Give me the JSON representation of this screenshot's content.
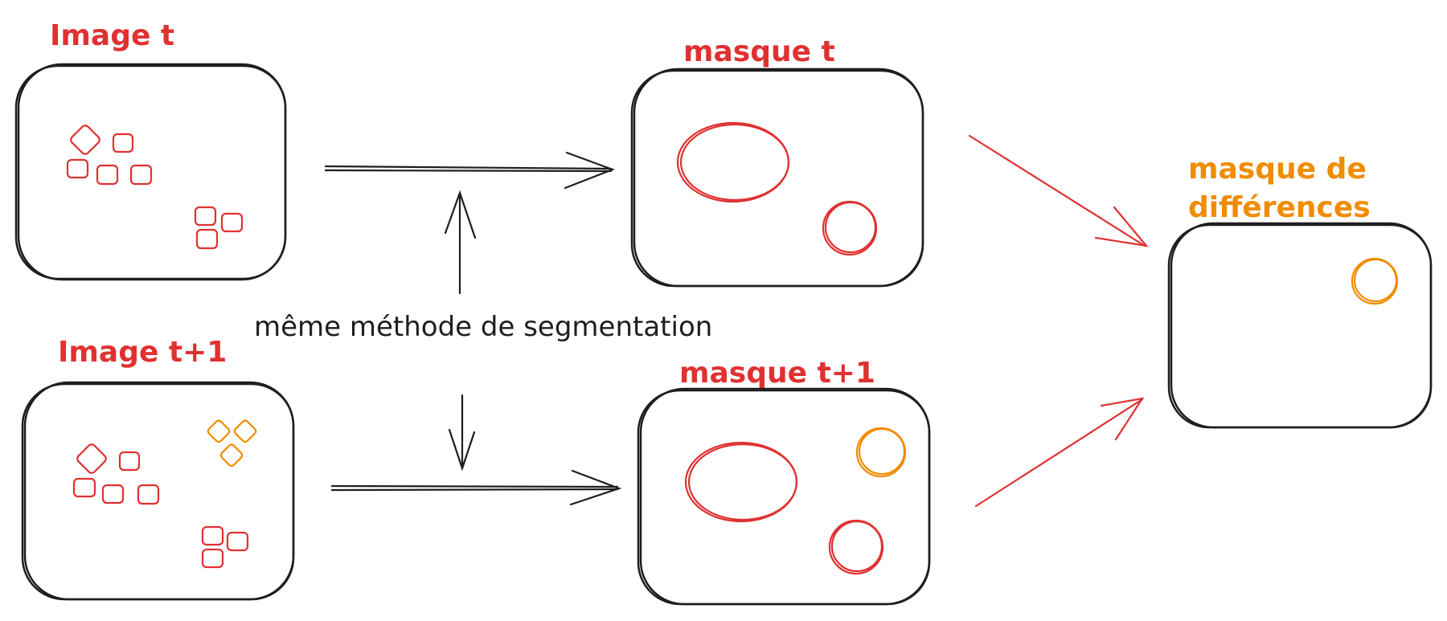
{
  "colors": {
    "red": "#e03131",
    "orange": "#f08c00",
    "black": "#1e1e1e"
  },
  "labels": {
    "image_t": "Image t",
    "image_t1": "Image t+1",
    "mask_t": "masque t",
    "mask_t1": "masque t+1",
    "diff_line1": "masque de",
    "diff_line2": "différences",
    "method": "même méthode de segmentation"
  }
}
